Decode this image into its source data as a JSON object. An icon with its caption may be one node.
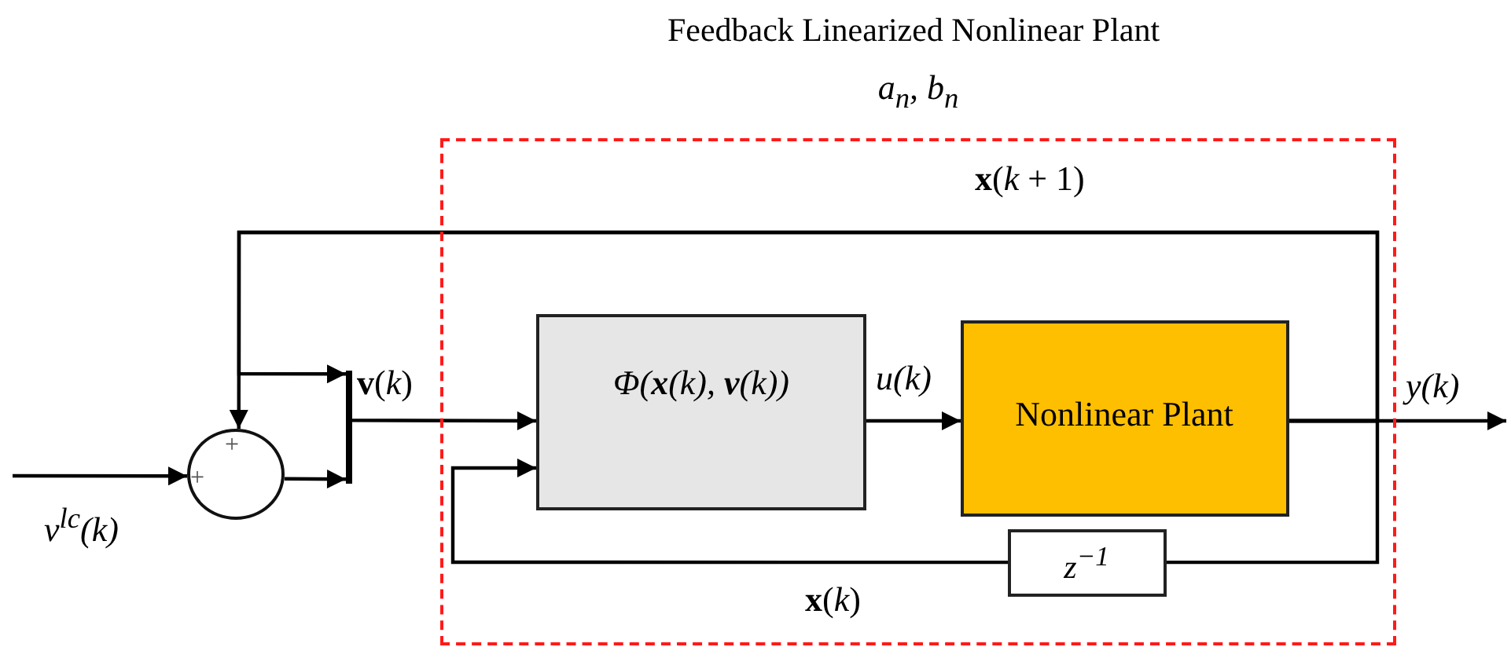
{
  "diagram": {
    "title": "Feedback Linearized Nonlinear Plant",
    "nodes": [
      {
        "text": [
          "a$_{n}$, b$_{n}$"
        ]
      },
      {
        "text": [
          "Φ(**x**(k), **v**(k))"
        ],
        "in": 0
      },
      {
        "text": [
          "Nonlinear Plant"
        ],
        "in": 0
      },
      {
        "text": [
          "z$^{−1}$"
        ],
        "in": 0
      },
      {
        "text": [
          "+",
          "+"
        ]
      },
      {
        "text": [],
        "shape": "bar"
      }
    ],
    "edges": [
      {
        "from": null,
        "to": 4,
        "arrow": "to",
        "label": "v$^{lc}$(k)"
      },
      {
        "from": 4,
        "to": 5,
        "arrow": "to"
      },
      {
        "from": 2,
        "to": 4,
        "arrow": "to",
        "label": "**x**(*k* + 1)"
      },
      {
        "from": 2,
        "to": 5,
        "arrow": "to"
      },
      {
        "from": 5,
        "to": 1,
        "arrow": "to",
        "label": "**v**(*k*)"
      },
      {
        "from": 1,
        "to": 2,
        "arrow": "to",
        "label": "u(k)"
      },
      {
        "from": 2,
        "to": null,
        "arrow": "to",
        "label": "y(k)"
      },
      {
        "from": 2,
        "to": 3,
        "arrow": "none"
      },
      {
        "from": 3,
        "to": 1,
        "arrow": "to",
        "label": "**x**(*k*)"
      }
    ]
  }
}
